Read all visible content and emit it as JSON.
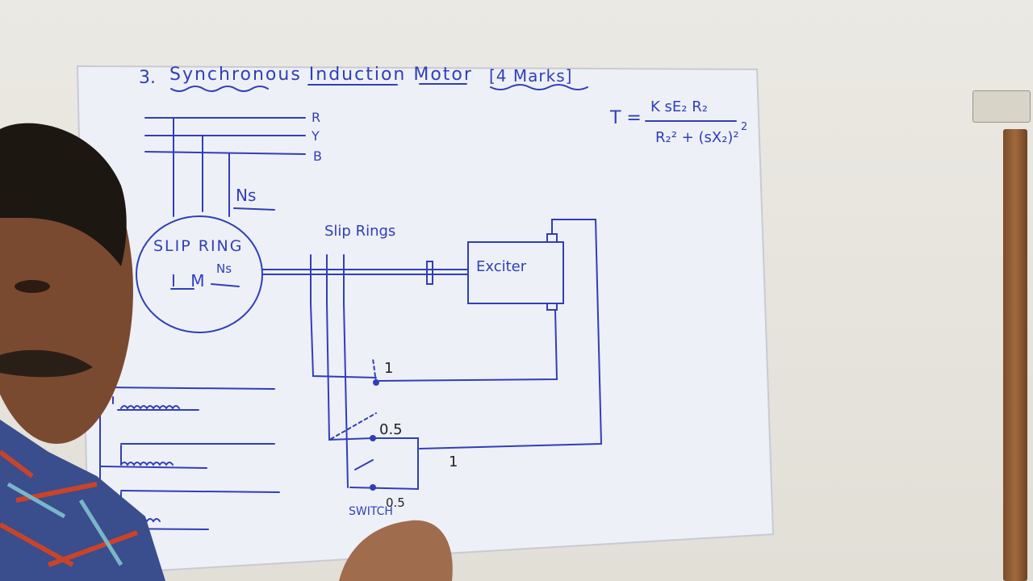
{
  "board": {
    "title": "Synchronous Induction Motor",
    "marks": "[4 Marks]",
    "number": "3.",
    "phases": [
      "R",
      "Y",
      "B"
    ],
    "ns_top": "Ns",
    "motor_line1": "SLIP RING",
    "motor_line2": "I M",
    "motor_ns": "Ns",
    "slip_rings": "Slip Rings",
    "exciter": "Exciter",
    "switch_pos_1": "1",
    "switch_pos_05": "0.5",
    "switch_pos_1b": "1",
    "switch_label": "SWITCH",
    "switch_05b": "0.5",
    "formula_T": "T =",
    "formula_num": "K sE₂ R₂",
    "formula_den": "R₂² + (sX₂)²",
    "formula_exp": "2"
  },
  "colors": {
    "ink": "#2f3fb8",
    "board": "#eef0f8",
    "wall": "#e6e3dc"
  }
}
